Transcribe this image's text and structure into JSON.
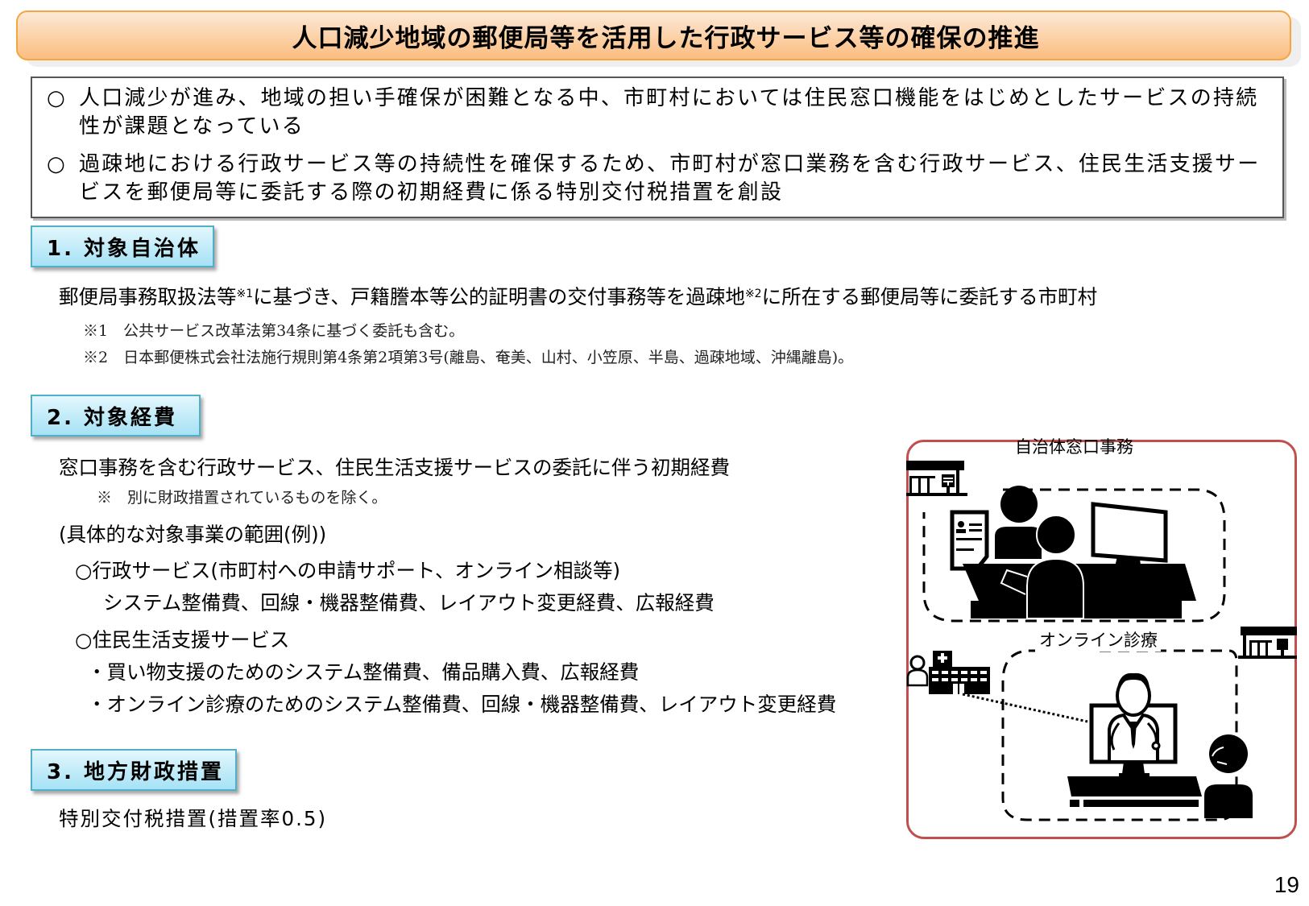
{
  "title": "人口減少地域の郵便局等を活用した行政サービス等の確保の推進",
  "intro": {
    "bullet": "○",
    "items": [
      "人口減少が進み、地域の担い手確保が困難となる中、市町村においては住民窓口機能をはじめとしたサービスの持続性が課題となっている",
      "過疎地における行政サービス等の持続性を確保するため、市町村が窓口業務を含む行政サービス、住民生活支援サービスを郵便局等に委託する際の初期経費に係る特別交付税措置を創設"
    ]
  },
  "sections": [
    {
      "heading": "1. 対象自治体",
      "body": {
        "part1": "郵便局事務取扱法等",
        "sup1": "※1",
        "part2": "に基づき、戸籍謄本等公的証明書の交付事務等を過疎地",
        "sup2": "※2",
        "part3": "に所在する郵便局等に委託する市町村"
      },
      "notes": [
        "※1　公共サービス改革法第34条に基づく委託も含む。",
        "※2　日本郵便株式会社法施行規則第4条第2項第3号(離島、奄美、山村、小笠原、半島、過疎地域、沖縄離島)。"
      ]
    },
    {
      "heading": "2. 対象経費",
      "body": "窓口事務を含む行政サービス、住民生活支援サービスの委託に伴う初期経費",
      "note": "※　別に財政措置されているものを除く。",
      "scope_label": "(具体的な対象事業の範囲(例))",
      "groups": [
        {
          "title": "○行政サービス(市町村への申請サポート、オンライン相談等)",
          "lines": [
            "システム整備費、回線・機器整備費、レイアウト変更経費、広報経費"
          ]
        },
        {
          "title": "○住民生活支援サービス",
          "lines": [
            "・買い物支援のためのシステム整備費、備品購入費、広報経費",
            "・オンライン診療のためのシステム整備費、回線・機器整備費、レイアウト変更経費"
          ]
        }
      ]
    },
    {
      "heading": "3. 地方財政措置",
      "body": "特別交付税措置(措置率0.5)"
    }
  ],
  "illustration": {
    "label_top": "自治体窓口事務",
    "label_bottom": "オンライン診療",
    "icons": [
      "post-office-icon",
      "document-icon",
      "staff-person-icon",
      "resident-person-icon",
      "monitor-icon",
      "desk-icon",
      "hospital-icon",
      "doctor-icon",
      "doctor-on-screen-icon",
      "patient-with-mask-icon"
    ],
    "border_color": "#c0504d"
  },
  "colors": {
    "title_border": "#f4a640",
    "title_fill": "#fcd1a6",
    "section_border": "#4fb0c8",
    "section_fill": "#c4ecf9"
  },
  "page_number": "19"
}
